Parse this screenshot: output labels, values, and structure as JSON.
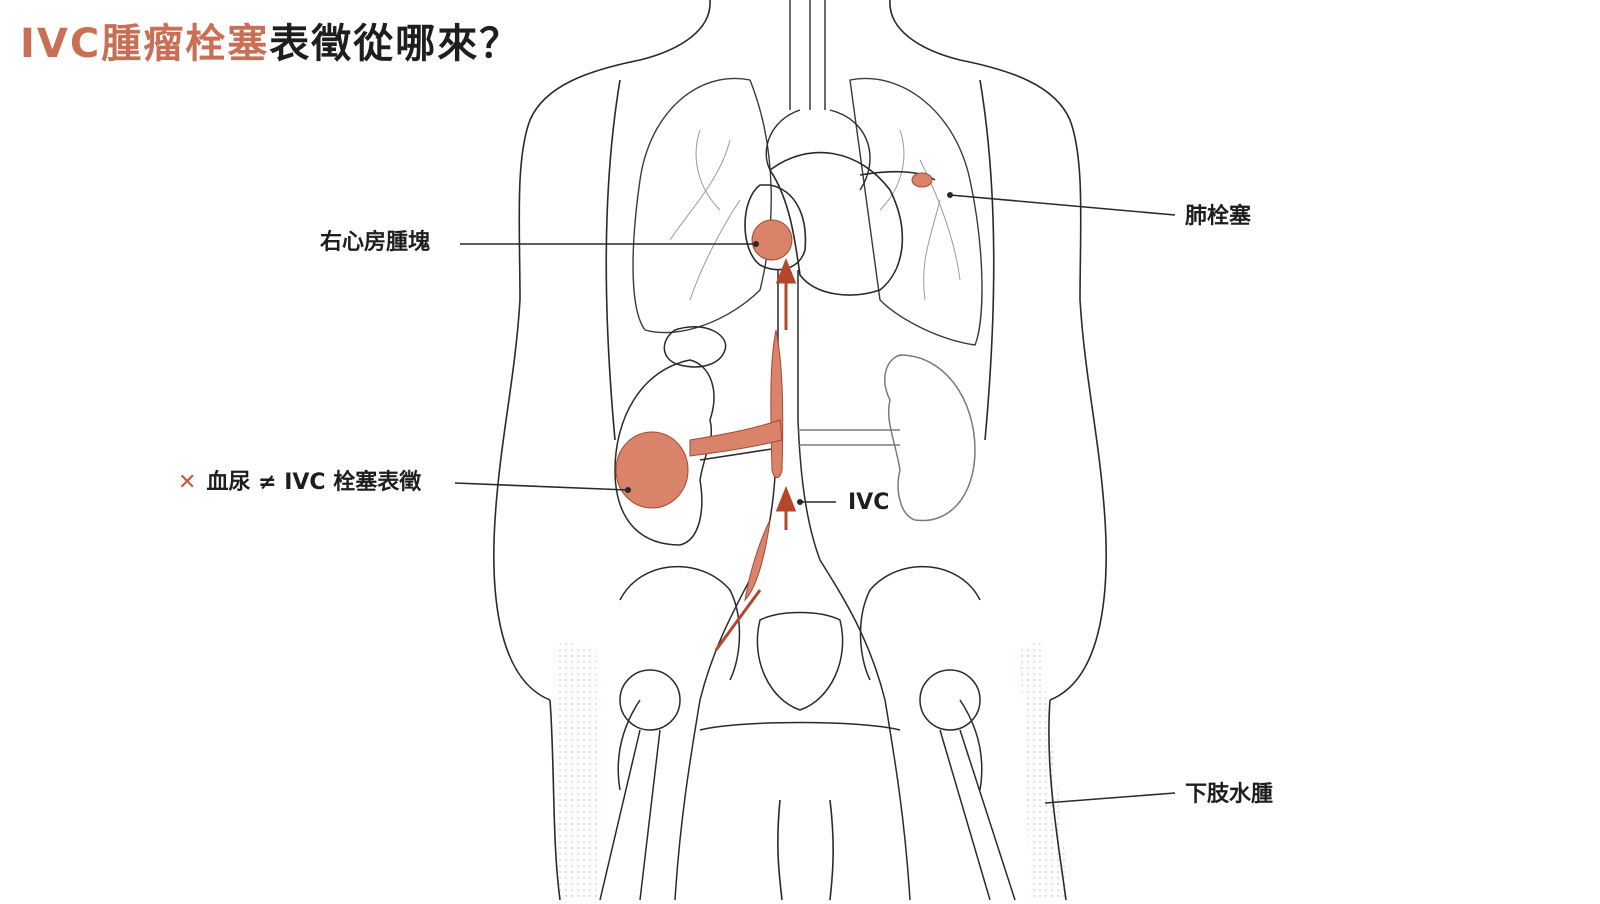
{
  "title": {
    "highlight": "IVC腫瘤栓塞",
    "rest": "表徵從哪來？"
  },
  "labels": {
    "right_atrium": "右心房腫塊",
    "pulmonary": "肺栓塞",
    "hematuria_mark": "✕",
    "hematuria": "血尿 ≠ IVC 栓塞表徵",
    "ivc": "IVC",
    "edema": "下肢水腫"
  },
  "colors": {
    "accent": "#c86f55",
    "tumor": "#d8836a",
    "arrow": "#b5452b",
    "line": "#2a2a2a"
  }
}
